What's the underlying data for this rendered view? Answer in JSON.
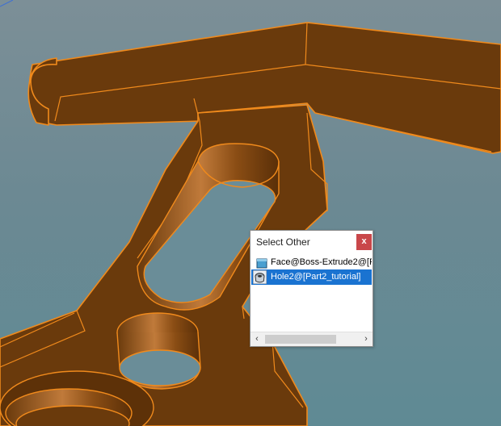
{
  "viewport": {
    "model_color": "#6a3a0c",
    "edge_color": "#f08a1c",
    "background_color": "#6f8a93"
  },
  "select_other": {
    "title": "Select Other",
    "close_label": "x",
    "items": [
      {
        "label": "Face@Boss-Extrude2@[P",
        "icon": "face-icon",
        "selected": false
      },
      {
        "label": "Hole2@[Part2_tutorial]",
        "icon": "hole-feature-icon",
        "selected": true
      }
    ],
    "scroll_left": "‹",
    "scroll_right": "›"
  }
}
